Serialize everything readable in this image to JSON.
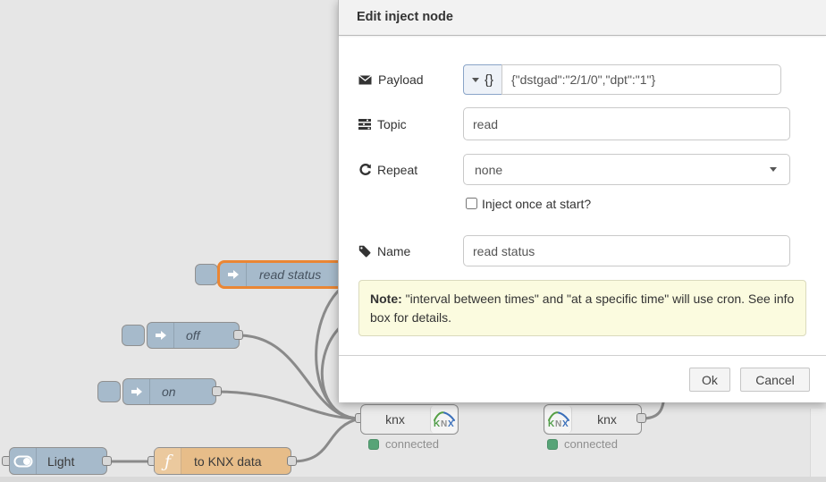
{
  "dialog": {
    "title": "Edit inject node",
    "fields": {
      "payload_label": "Payload",
      "payload_type": "{}",
      "payload_value": "{\"dstgad\":\"2/1/0\",\"dpt\":\"1\"}",
      "topic_label": "Topic",
      "topic_value": "read",
      "repeat_label": "Repeat",
      "repeat_value": "none",
      "inject_once_label": "Inject once at start?",
      "name_label": "Name",
      "name_value": "read status"
    },
    "note": {
      "bold": "Note:",
      "text": " \"interval between times\" and \"at a specific time\" will use cron. See info box for details."
    },
    "buttons": {
      "ok": "Ok",
      "cancel": "Cancel"
    }
  },
  "canvas": {
    "nodes": {
      "read_status": {
        "label": "read status"
      },
      "off": {
        "label": "off"
      },
      "on": {
        "label": "on"
      },
      "light": {
        "label": "Light"
      },
      "to_knx": {
        "label": "to KNX data"
      },
      "knx_left": {
        "label": "knx",
        "status": "connected"
      },
      "knx_right": {
        "label": "knx",
        "status": "connected"
      }
    },
    "knx_logo": {
      "k": "K",
      "n": "N",
      "x": "X"
    }
  },
  "colors": {
    "inject_node": "#a6bacb",
    "function_node": "#e7bd89",
    "selected_border": "#ea8634",
    "status_green": "#57a477",
    "canvas_bg": "#e6e6e6",
    "note_bg": "#fbfbdf"
  }
}
